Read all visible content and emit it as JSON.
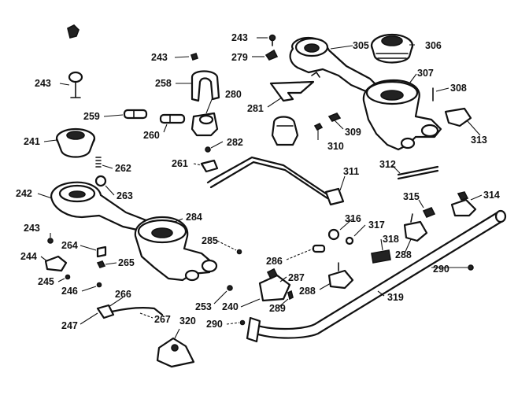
{
  "diagram": {
    "labels": {
      "l243a": "243",
      "l279": "279",
      "l305": "305",
      "l306": "306",
      "l243b": "243",
      "l258": "258",
      "l280": "280",
      "l307": "307",
      "l308": "308",
      "l243c": "243",
      "l281": "281",
      "l309": "309",
      "l259": "259",
      "l260": "260",
      "l310": "310",
      "l282": "282",
      "l313": "313",
      "l241": "241",
      "l262": "262",
      "l261": "261",
      "l312": "312",
      "l311": "311",
      "l263": "263",
      "l242": "242",
      "l315": "315",
      "l314": "314",
      "l284": "284",
      "l316": "316",
      "l317": "317",
      "l243d": "243",
      "l264": "264",
      "l285": "285",
      "l318": "318",
      "l244": "244",
      "l288a": "288",
      "l286": "286",
      "l265": "265",
      "l290a": "290",
      "l245": "245",
      "l287": "287",
      "l246": "246",
      "l266": "266",
      "l288b": "288",
      "l253": "253",
      "l240": "240",
      "l319": "319",
      "l289": "289",
      "l247": "247",
      "l267": "267",
      "l290b": "290",
      "l320": "320"
    }
  }
}
